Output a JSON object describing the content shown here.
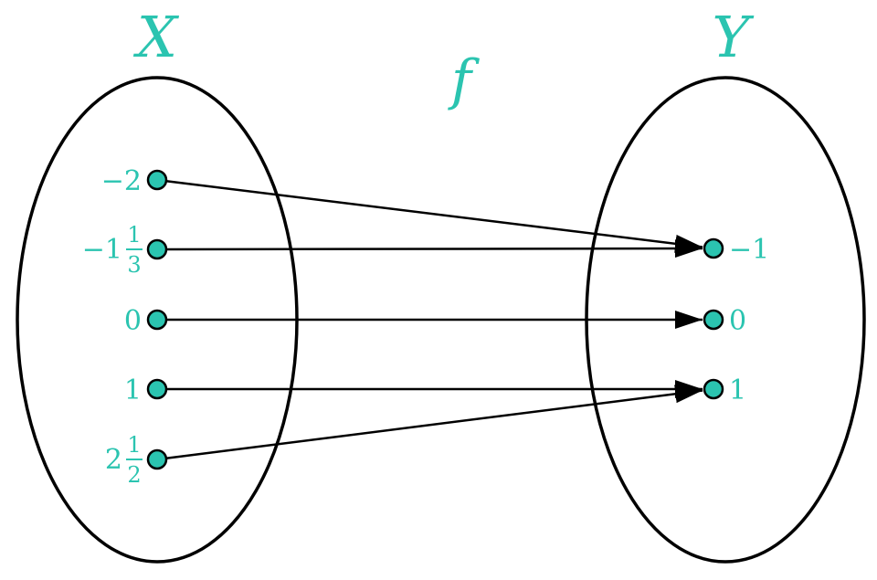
{
  "colors": {
    "accent": "#2bc4b0",
    "stroke": "#000000"
  },
  "domain_set": {
    "name": "X",
    "elements": [
      {
        "id": "neg2",
        "whole": "−2",
        "num": "",
        "den": ""
      },
      {
        "id": "neg1third",
        "whole": "−1",
        "num": "1",
        "den": "3"
      },
      {
        "id": "zero",
        "whole": "0",
        "num": "",
        "den": ""
      },
      {
        "id": "one",
        "whole": "1",
        "num": "",
        "den": ""
      },
      {
        "id": "two_half",
        "whole": "2",
        "num": "1",
        "den": "2"
      }
    ]
  },
  "codomain_set": {
    "name": "Y",
    "elements": [
      {
        "id": "neg1",
        "label": "−1"
      },
      {
        "id": "zero",
        "label": "0"
      },
      {
        "id": "one",
        "label": "1"
      }
    ]
  },
  "function": {
    "name": "f",
    "mapping": [
      {
        "from": "neg2",
        "to": "neg1"
      },
      {
        "from": "neg1third",
        "to": "neg1"
      },
      {
        "from": "zero",
        "to": "zero"
      },
      {
        "from": "one",
        "to": "one"
      },
      {
        "from": "two_half",
        "to": "one"
      }
    ]
  }
}
